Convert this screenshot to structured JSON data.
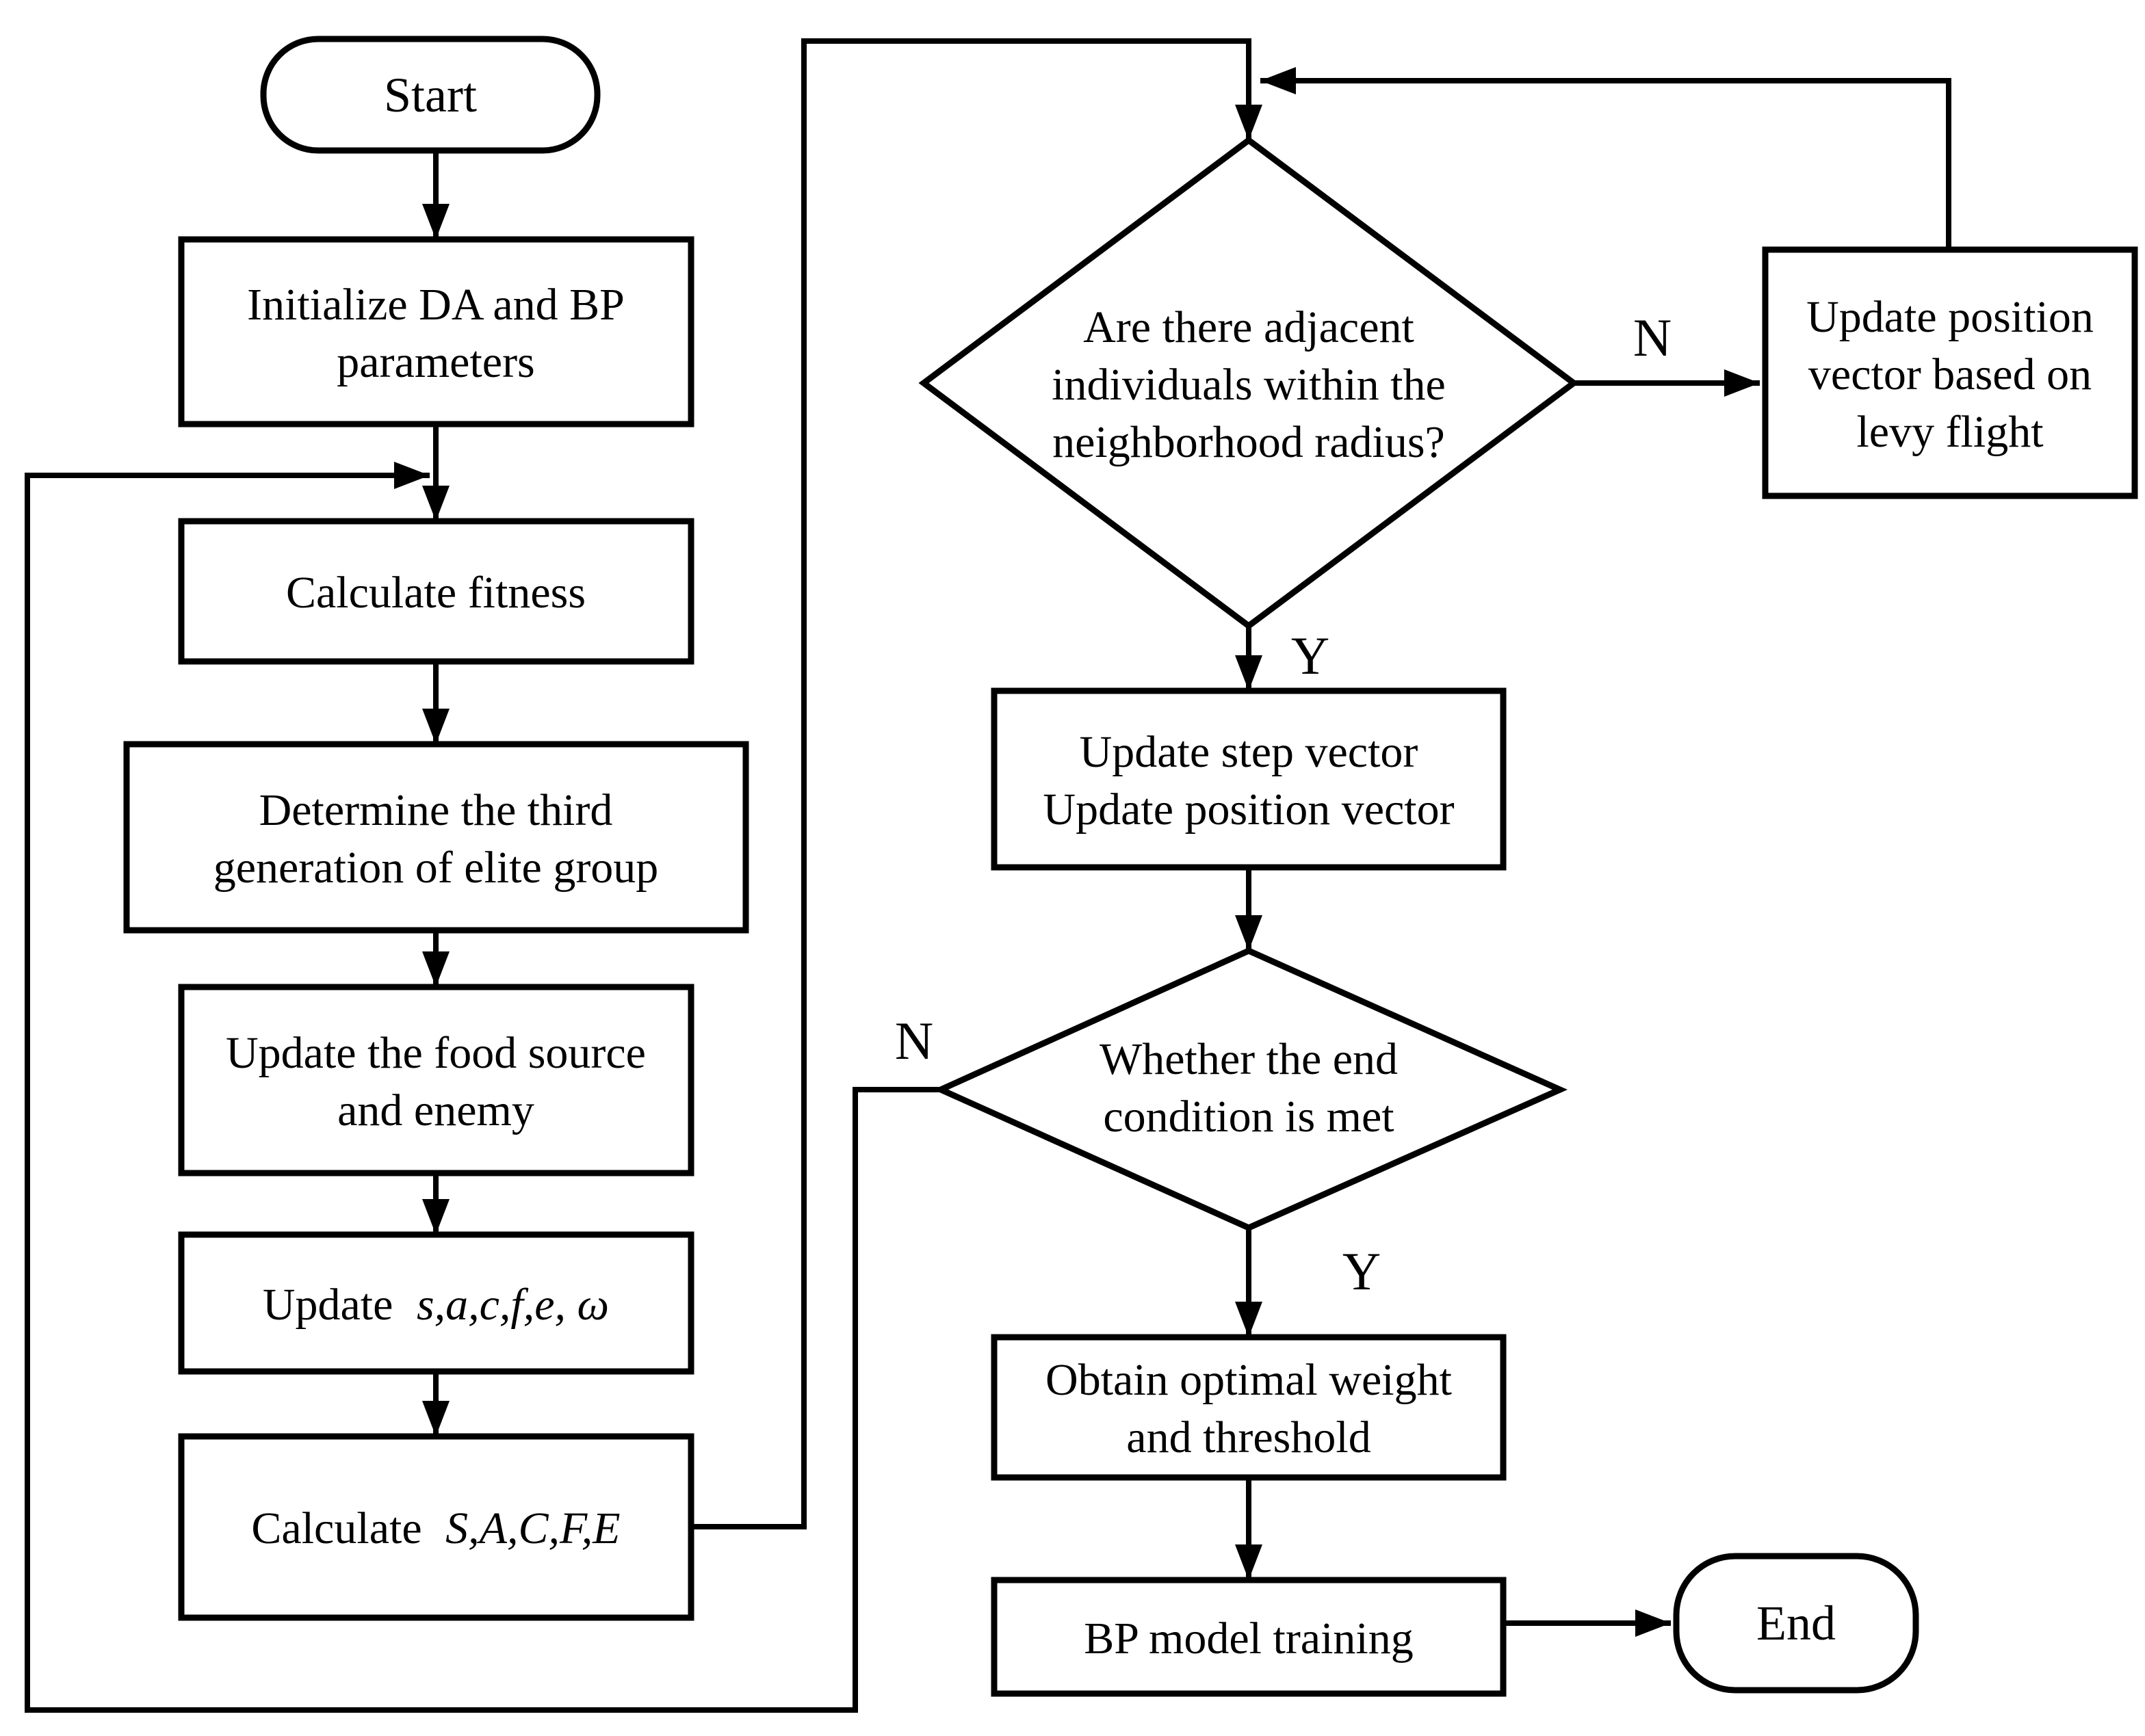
{
  "figure": {
    "background_color": "#ffffff",
    "ink_color": "#000000",
    "type": "flowchart"
  },
  "nodes": {
    "start": {
      "label": "Start"
    },
    "init": {
      "line1": "Initialize DA and BP",
      "line2": "parameters"
    },
    "fitness": {
      "label": "Calculate fitness"
    },
    "elite": {
      "line1": "Determine the third",
      "line2": "generation of elite group"
    },
    "food": {
      "line1": "Update the food source",
      "line2": "and enemy"
    },
    "update_small": {
      "prefix": "Update",
      "italic": "s,a,c,f,e, ω"
    },
    "calc_big": {
      "prefix": "Calculate",
      "italic": "S,A,C,F,E"
    },
    "adjacent_decision": {
      "line1": "Are there adjacent",
      "line2": "individuals within the",
      "line3": "neighborhood radius?"
    },
    "levy": {
      "line1": "Update position",
      "line2": "vector based on",
      "line3": "levy flight"
    },
    "step_vector": {
      "line1": "Update step vector",
      "line2": "Update position vector"
    },
    "end_decision": {
      "line1": "Whether the end",
      "line2": "condition is met"
    },
    "obtain": {
      "line1": "Obtain optimal weight",
      "line2": "and threshold"
    },
    "bp_training": {
      "label": "BP model training"
    },
    "end": {
      "label": "End"
    }
  },
  "edge_labels": {
    "adjacent_no": "N",
    "adjacent_yes": "Y",
    "end_no": "N",
    "end_yes": "Y"
  }
}
